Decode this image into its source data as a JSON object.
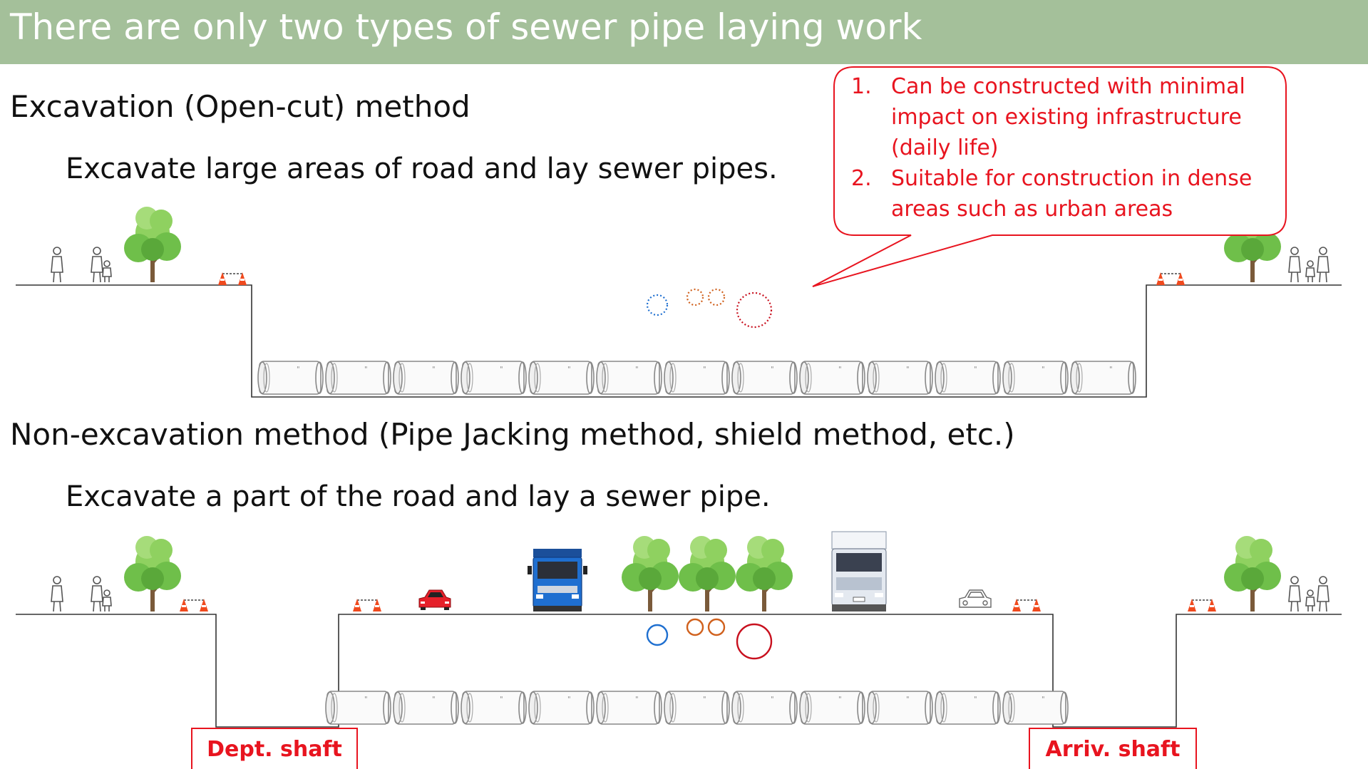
{
  "slide": {
    "title": "There are only two types of sewer pipe laying work"
  },
  "open_cut": {
    "heading": "Excavation (Open-cut) method",
    "description": "Excavate large areas of road and lay sewer pipes."
  },
  "non_excavation": {
    "heading": "Non-excavation method (Pipe Jacking method, shield method, etc.)",
    "description": "Excavate a part of the road and lay a sewer pipe."
  },
  "callout": {
    "items": [
      {
        "number": "1.",
        "text": "Can be constructed with minimal impact on existing infrastructure (daily life)"
      },
      {
        "number": "2.",
        "text": "Suitable for construction in dense areas such as urban areas"
      }
    ]
  },
  "shafts": {
    "departure": "Dept. shaft",
    "arrival": "Arriv. shaft"
  },
  "colors": {
    "title_bar": "#a4c09a",
    "accent_red": "#e8141f",
    "utility_blue": "#1e6fd0",
    "utility_orange": "#d0601c",
    "utility_red": "#c8101e",
    "tree_green": "#6fbf4a"
  },
  "icons": [
    "pedestrian-icon",
    "family-icon",
    "tree-icon",
    "traffic-cone-icon",
    "car-icon",
    "truck-icon",
    "pipe-segment-icon",
    "utility-pipe-icon"
  ]
}
